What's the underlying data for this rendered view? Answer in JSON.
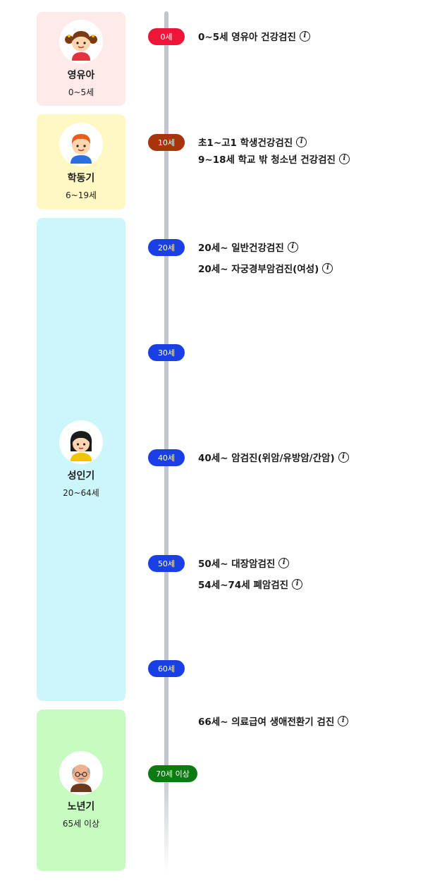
{
  "stages": [
    {
      "name": "영유아",
      "range": "0~5세",
      "bg": "#ffeaea",
      "avatar": "girl-avatar-icon"
    },
    {
      "name": "학동기",
      "range": "6~19세",
      "bg": "#fff8c2",
      "avatar": "boy-avatar-icon"
    },
    {
      "name": "성인기",
      "range": "20~64세",
      "bg": "#cdf6fb",
      "avatar": "woman-avatar-icon"
    },
    {
      "name": "노년기",
      "range": "65세 이상",
      "bg": "#c8fbc2",
      "avatar": "elderly-man-avatar-icon"
    }
  ],
  "ages": [
    {
      "label": "0세",
      "color": "#ee1538"
    },
    {
      "label": "10세",
      "color": "#a8340c"
    },
    {
      "label": "20세",
      "color": "#1a3fe6"
    },
    {
      "label": "30세",
      "color": "#1a3fe6"
    },
    {
      "label": "40세",
      "color": "#1a3fe6"
    },
    {
      "label": "50세",
      "color": "#1a3fe6"
    },
    {
      "label": "60세",
      "color": "#1a3fe6"
    },
    {
      "label": "70세 이상",
      "color": "#0d7a12"
    }
  ],
  "checkups": [
    {
      "label": "0~5세 영유아 건강검진"
    },
    {
      "label": "초1~고1 학생건강검진"
    },
    {
      "label": "9~18세 학교 밖 청소년 건강검진"
    },
    {
      "label": "20세~ 일반건강검진"
    },
    {
      "label": "20세~ 자궁경부암검진(여성)"
    },
    {
      "label": "40세~ 암검진(위암/유방암/간암)"
    },
    {
      "label": "50세~ 대장암검진"
    },
    {
      "label": "54세~74세 폐암검진"
    },
    {
      "label": "66세~ 의료급여 생애전환기 검진"
    }
  ],
  "info_icon": {
    "glyph": "i",
    "name": "info-icon"
  }
}
